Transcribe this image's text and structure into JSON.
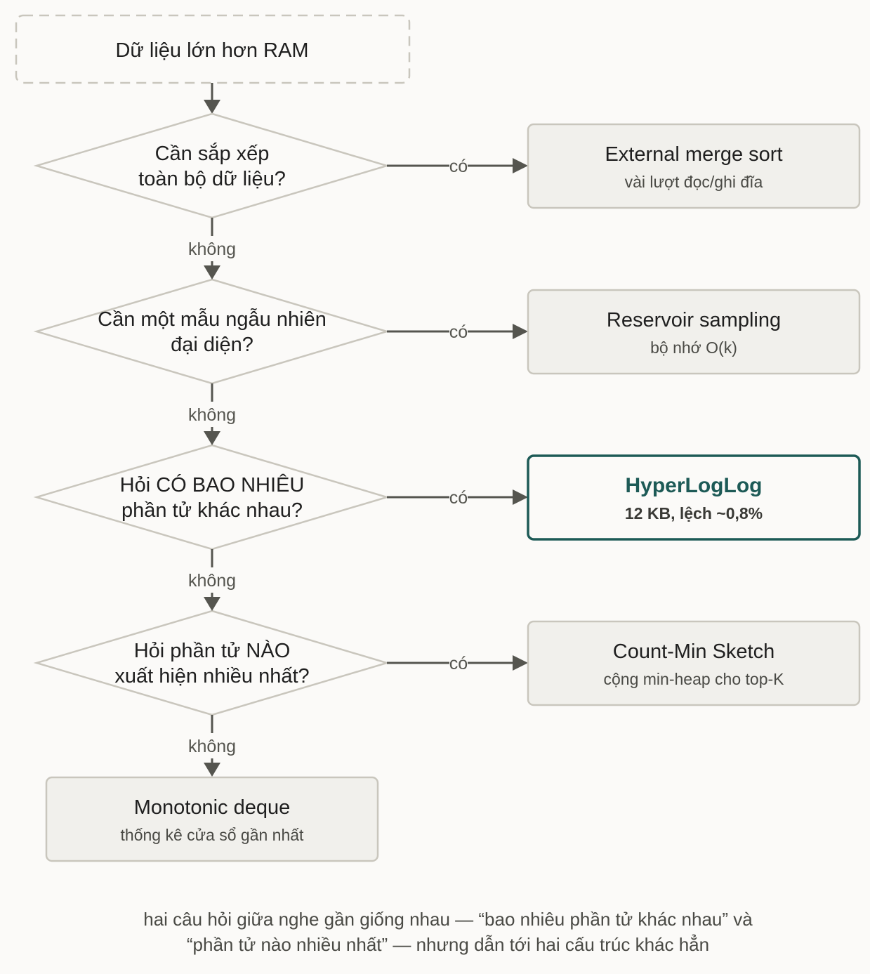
{
  "start": "Dữ liệu lớn hơn RAM",
  "decisions": [
    {
      "line1": "Cần sắp xếp",
      "line2": "toàn bộ dữ liệu?"
    },
    {
      "line1": "Cần một mẫu ngẫu nhiên",
      "line2": "đại diện?"
    },
    {
      "line1": "Hỏi CÓ BAO NHIÊU",
      "line2": "phần tử khác nhau?"
    },
    {
      "line1": "Hỏi phần tử NÀO",
      "line2": "xuất hiện nhiều nhất?"
    }
  ],
  "outcomes": [
    {
      "title": "External merge sort",
      "subtitle": "vài lượt đọc/ghi đĩa"
    },
    {
      "title": "Reservoir sampling",
      "subtitle": "bộ nhớ O(k)"
    },
    {
      "title": "HyperLogLog",
      "subtitle": "12 KB, lệch ~0,8%"
    },
    {
      "title": "Count-Min Sketch",
      "subtitle": "cộng min-heap cho top-K"
    }
  ],
  "final": {
    "title": "Monotonic deque",
    "subtitle": "thống kê cửa sổ gần nhất"
  },
  "edge_labels": {
    "yes": "có",
    "no": "không"
  },
  "footnote": {
    "line1": "hai câu hỏi giữa nghe gần giống nhau — “bao nhiêu phần tử khác nhau” và",
    "line2": "“phần tử nào nhiều nhất” — nhưng dẫn tới hai cấu trúc khác hẳn"
  },
  "colors": {
    "highlight": "#1d5a56",
    "box_fill": "#f1f0ec",
    "border": "#c9c6bd",
    "line": "#55554f"
  }
}
